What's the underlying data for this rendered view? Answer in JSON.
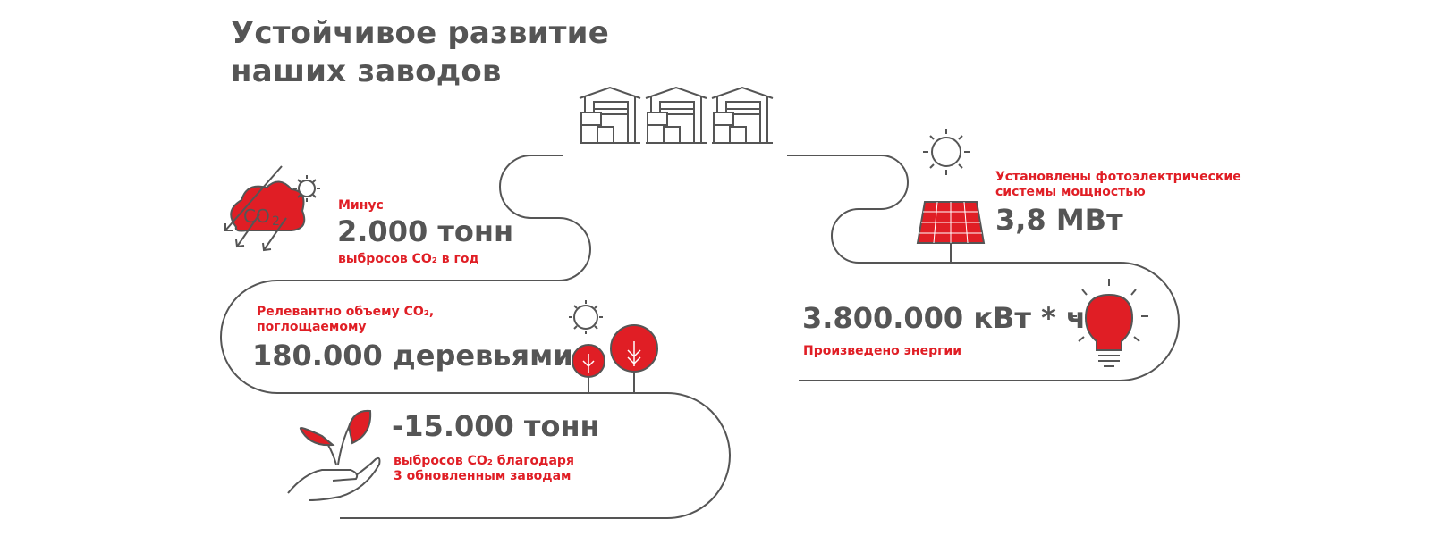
{
  "title": {
    "line1": "Устойчивое развитие",
    "line2": "наших заводов"
  },
  "colors": {
    "accent": "#e01e25",
    "text": "#555555",
    "line": "#555555"
  },
  "items": {
    "co2_reduction": {
      "prefix": "Минус",
      "value": "2.000 тонн",
      "suffix": "выбросов CO₂ в год",
      "icon": "co2-cloud-icon"
    },
    "trees": {
      "line1": "Релевантно объему CO₂,",
      "line2": "поглощаемому",
      "value": "180.000 деревьями",
      "icon": "trees-icon"
    },
    "factories": {
      "value": "-15.000 тонн",
      "line1": "выбросов CO₂ благодаря",
      "line2": "3 обновленным заводам",
      "icon": "sprout-hand-icon"
    },
    "solar": {
      "line1": "Установлены фотоэлектрические",
      "line2": "системы мощностью",
      "value": "3,8 МВт",
      "icon": "solar-panel-icon"
    },
    "energy": {
      "value": "3.800.000 кВт * ч",
      "caption": "Произведено энергии",
      "icon": "light-bulb-icon"
    }
  }
}
